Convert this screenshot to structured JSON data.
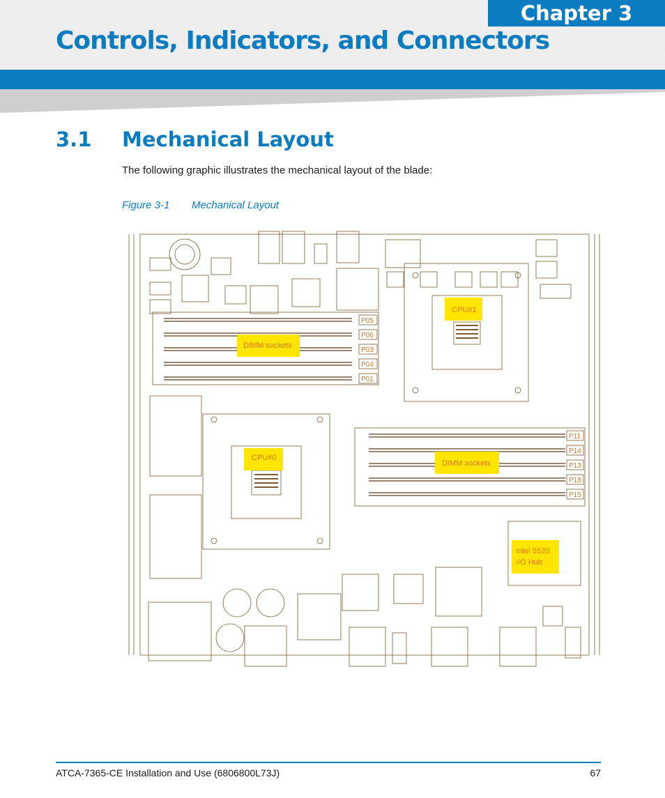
{
  "header": {
    "chapter_label": "Chapter 3",
    "title": "Controls, Indicators, and Connectors"
  },
  "section": {
    "number": "3.1",
    "title": "Mechanical Layout",
    "intro": "The following graphic illustrates the mechanical layout of the blade:"
  },
  "figure": {
    "number": "Figure 3-1",
    "title": "Mechanical Layout",
    "labels": {
      "cpu1": "CPU#1",
      "cpu0": "CPU#0",
      "dimm_top": "DIMM sockets",
      "dimm_bottom": "DIMM sockets",
      "ioh_line1": "Intel 5520",
      "ioh_line2": "I/O Hub"
    },
    "slots_left": [
      "P05",
      "P06",
      "P03",
      "P04",
      "P01"
    ],
    "slots_right": [
      "P11",
      "P14",
      "P13",
      "P18",
      "P15"
    ]
  },
  "colors": {
    "accent": "#0c7cc1",
    "highlight": "#ffe500",
    "label_text": "#e0761a",
    "pcb_line": "#7a5a2e"
  },
  "footer": {
    "doc_title": "ATCA-7365-CE Installation and Use (6806800L73J)",
    "page_number": "67"
  }
}
